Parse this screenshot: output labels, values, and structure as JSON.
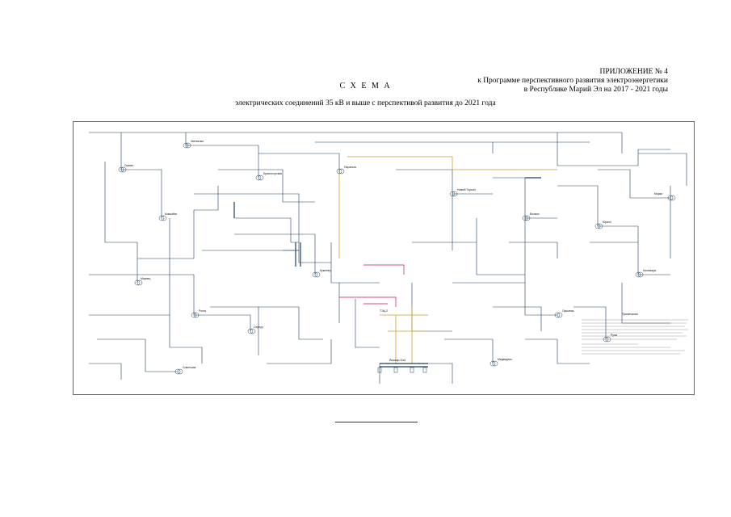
{
  "header": {
    "line1": "ПРИЛОЖЕНИЕ № 4",
    "line2": "к Программе перспективного развития электроэнергетики",
    "line3": "в Республике Марий Эл на 2017 - 2021 годы"
  },
  "title": "С Х Е М А",
  "subtitle": "электрических соединений 35 кВ и выше с перспективой развития до 2021 года",
  "diagram": {
    "labels": [
      "Ошмес",
      "Звенигово",
      "Красногорская",
      "Кокшайск",
      "Мариец",
      "Ронга",
      "Сернур",
      "Параньга",
      "Новый Торъял",
      "Волжск",
      "Юрино",
      "Килемары",
      "Медведево",
      "Оршанка",
      "Морки",
      "Куженер",
      "Советская",
      "Йошкар-Ола",
      "ТЭЦ-2",
      "Руэм"
    ],
    "notes_title": "Примечания"
  },
  "colors": {
    "line_main": "#1f3f5e",
    "line_yellow": "#c9a227",
    "line_red": "#c0135c",
    "frame": "#444444"
  }
}
